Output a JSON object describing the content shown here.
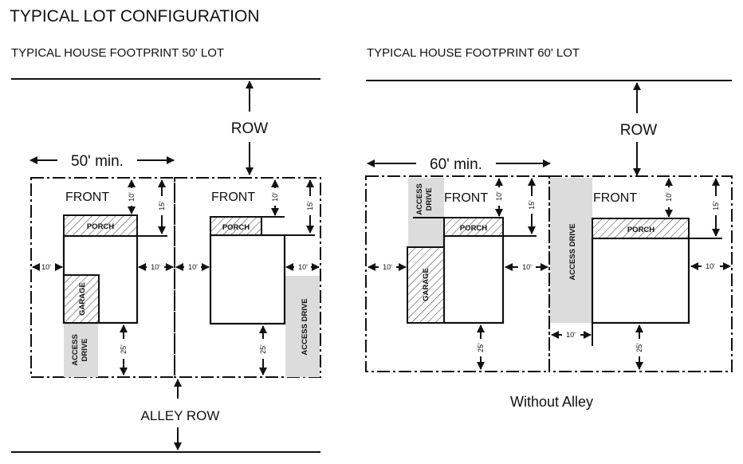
{
  "title": "TYPICAL LOT CONFIGURATION",
  "panels": [
    {
      "subtitle": "TYPICAL HOUSE FOOTPRINT 50' LOT",
      "row_label": "ROW",
      "width_label": "50' min.",
      "alley_label": "ALLEY ROW",
      "lots": [
        {
          "front": "FRONT",
          "porch": "PORCH",
          "garage": "GARAGE",
          "drive": "ACCESS DRIVE",
          "drive_line1": "ACCESS",
          "drive_line2": "DRIVE",
          "dims": {
            "front_house": "10'",
            "front_setback": "15'",
            "side_left": "10'",
            "side_right": "10'",
            "rear": "25'"
          }
        },
        {
          "front": "FRONT",
          "porch": "PORCH",
          "drive": "ACCESS DRIVE",
          "dims": {
            "front_house": "10'",
            "front_setback": "15'",
            "side_left": "10'",
            "side_right": "10'",
            "rear": "25'"
          }
        }
      ]
    },
    {
      "subtitle": "TYPICAL HOUSE FOOTPRINT 60' LOT",
      "row_label": "ROW",
      "width_label": "60' min.",
      "caption": "Without Alley",
      "lots": [
        {
          "front": "FRONT",
          "porch": "PORCH",
          "garage": "GARAGE",
          "drive_line1": "ACCESS",
          "drive_line2": "DRIVE",
          "dims": {
            "front_house": "10'",
            "front_setback": "15'",
            "side_left": "10'",
            "side_right": "10'",
            "rear": "25'"
          }
        },
        {
          "front": "FRONT",
          "porch": "PORCH",
          "drive": "ACCESS DRIVE",
          "dims": {
            "front_house": "10'",
            "front_setback": "15'",
            "drive_width": "10'",
            "side_right": "10'",
            "rear": "25'"
          }
        }
      ]
    }
  ],
  "colors": {
    "line": "#111111",
    "drive_fill": "#dcdcdc",
    "background": "#ffffff"
  }
}
